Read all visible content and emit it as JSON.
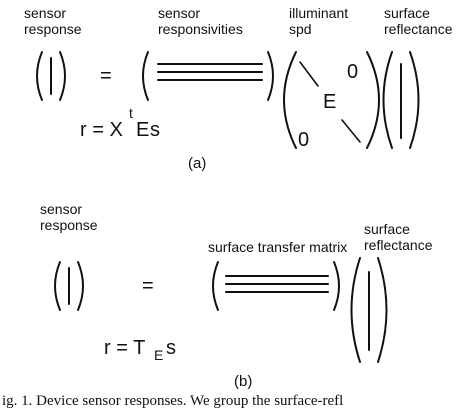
{
  "panel_a": {
    "label_sensor_response_1": "sensor",
    "label_sensor_response_2": "response",
    "label_sensor_resp_1": "sensor",
    "label_sensor_resp_2": "responsivities",
    "label_illuminant_1": "illuminant",
    "label_illuminant_2": "spd",
    "label_surface_1": "surface",
    "label_surface_2": "reflectance",
    "equals": "=",
    "diag_E": "E",
    "zero_top": "0",
    "zero_bottom": "0",
    "equation_lhs": "r = X",
    "equation_E": "E",
    "equation_s": "s",
    "equation_t": "t",
    "panel_label": "(a)"
  },
  "panel_b": {
    "label_sensor_1": "sensor",
    "label_sensor_2": "response",
    "label_transfer": "surface transfer matrix",
    "label_surface_1": "surface",
    "label_surface_2": "reflectance",
    "equals": "=",
    "equation_lhs": "r = T",
    "equation_sub": "E",
    "equation_s": "s",
    "panel_label": "(b)"
  },
  "caption": "ig. 1.   Device sensor responses.  We group the surface-refl"
}
